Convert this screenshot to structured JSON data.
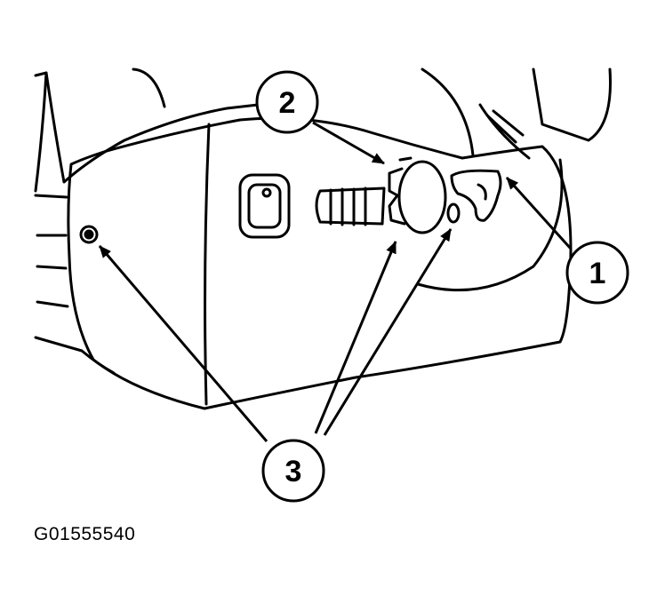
{
  "callouts": [
    {
      "id": "1",
      "label": "1"
    },
    {
      "id": "2",
      "label": "2"
    },
    {
      "id": "3",
      "label": "3"
    }
  ],
  "figure_id": "G01555540",
  "colors": {
    "line": "#000000",
    "background": "#ffffff"
  }
}
